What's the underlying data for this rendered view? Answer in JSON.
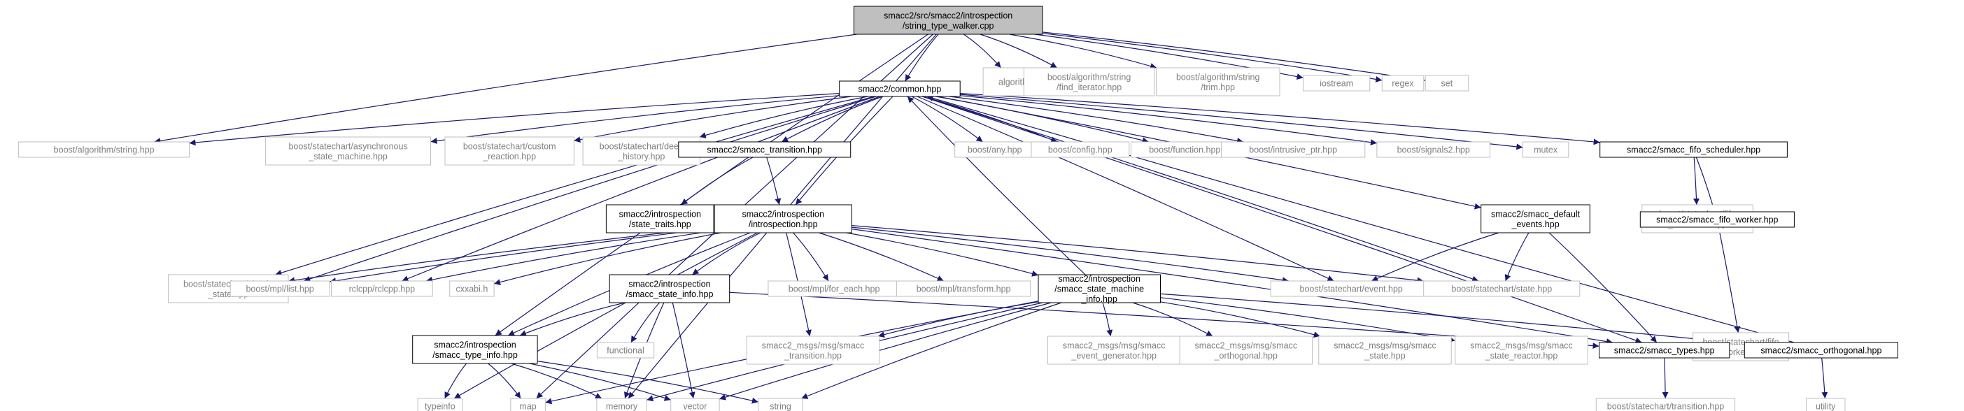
{
  "graph": {
    "nodes": {
      "root": {
        "lines": [
          "smacc2/src/smacc2/introspection",
          "/string_type_walker.cpp"
        ],
        "kind": "root"
      },
      "common": {
        "lines": [
          "smacc2/common.hpp"
        ],
        "kind": "doc"
      },
      "algorithm": {
        "lines": [
          "algorithm"
        ],
        "kind": "ext"
      },
      "find_iterator": {
        "lines": [
          "boost/algorithm/string",
          "/find_iterator.hpp"
        ],
        "kind": "ext"
      },
      "trim": {
        "lines": [
          "boost/algorithm/string",
          "/trim.hpp"
        ],
        "kind": "ext"
      },
      "iostream": {
        "lines": [
          "iostream"
        ],
        "kind": "ext"
      },
      "regex": {
        "lines": [
          "regex"
        ],
        "kind": "ext"
      },
      "set": {
        "lines": [
          "set"
        ],
        "kind": "ext"
      },
      "string_hpp": {
        "lines": [
          "boost/algorithm/string.hpp"
        ],
        "kind": "ext"
      },
      "async_sm": {
        "lines": [
          "boost/statechart/asynchronous",
          "_state_machine.hpp"
        ],
        "kind": "ext"
      },
      "custom_reaction": {
        "lines": [
          "boost/statechart/custom",
          "_reaction.hpp"
        ],
        "kind": "ext"
      },
      "deep_history": {
        "lines": [
          "boost/statechart/deep",
          "_history.hpp"
        ],
        "kind": "ext"
      },
      "smacc_transition": {
        "lines": [
          "smacc2/smacc_transition.hpp"
        ],
        "kind": "doc"
      },
      "any": {
        "lines": [
          "boost/any.hpp"
        ],
        "kind": "ext"
      },
      "config": {
        "lines": [
          "boost/config.hpp"
        ],
        "kind": "ext"
      },
      "function": {
        "lines": [
          "boost/function.hpp"
        ],
        "kind": "ext"
      },
      "intrusive_ptr": {
        "lines": [
          "boost/intrusive_ptr.hpp"
        ],
        "kind": "ext"
      },
      "signals2": {
        "lines": [
          "boost/signals2.hpp"
        ],
        "kind": "ext"
      },
      "mutex": {
        "lines": [
          "mutex"
        ],
        "kind": "ext"
      },
      "fifo_scheduler": {
        "lines": [
          "smacc2/smacc_fifo_scheduler.hpp"
        ],
        "kind": "doc"
      },
      "state_traits": {
        "lines": [
          "smacc2/introspection",
          "/state_traits.hpp"
        ],
        "kind": "doc"
      },
      "introspection": {
        "lines": [
          "smacc2/introspection",
          "/introspection.hpp"
        ],
        "kind": "doc"
      },
      "default_events": {
        "lines": [
          "smacc2/smacc_default",
          "_events.hpp"
        ],
        "kind": "doc"
      },
      "sc_fifo_scheduler": {
        "lines": [
          "boost/statechart/fifo",
          "_scheduler.hpp"
        ],
        "kind": "ext"
      },
      "fifo_worker": {
        "lines": [
          "smacc2/smacc_fifo_worker.hpp"
        ],
        "kind": "doc"
      },
      "simple_state": {
        "lines": [
          "boost/statechart/simple",
          "_state.hpp"
        ],
        "kind": "ext"
      },
      "mpl_list": {
        "lines": [
          "boost/mpl/list.hpp"
        ],
        "kind": "ext"
      },
      "rclcpp": {
        "lines": [
          "rclcpp/rclcpp.hpp"
        ],
        "kind": "ext"
      },
      "cxxabi": {
        "lines": [
          "cxxabi.h"
        ],
        "kind": "ext"
      },
      "state_info": {
        "lines": [
          "smacc2/introspection",
          "/smacc_state_info.hpp"
        ],
        "kind": "doc"
      },
      "for_each": {
        "lines": [
          "boost/mpl/for_each.hpp"
        ],
        "kind": "ext"
      },
      "transform": {
        "lines": [
          "boost/mpl/transform.hpp"
        ],
        "kind": "ext"
      },
      "sm_info": {
        "lines": [
          "smacc2/introspection",
          "/smacc_state_machine",
          "_info.hpp"
        ],
        "kind": "doc"
      },
      "sc_event": {
        "lines": [
          "boost/statechart/event.hpp"
        ],
        "kind": "ext"
      },
      "sc_state": {
        "lines": [
          "boost/statechart/state.hpp"
        ],
        "kind": "ext"
      },
      "sc_fifo_worker": {
        "lines": [
          "boost/statechart/fifo",
          "_worker.hpp"
        ],
        "kind": "ext"
      },
      "functional": {
        "lines": [
          "functional"
        ],
        "kind": "ext"
      },
      "msg_transition": {
        "lines": [
          "smacc2_msgs/msg/smacc",
          "_transition.hpp"
        ],
        "kind": "ext"
      },
      "msg_event_gen": {
        "lines": [
          "smacc2_msgs/msg/smacc",
          "_event_generator.hpp"
        ],
        "kind": "ext"
      },
      "msg_orthogonal": {
        "lines": [
          "smacc2_msgs/msg/smacc",
          "_orthogonal.hpp"
        ],
        "kind": "ext"
      },
      "msg_state": {
        "lines": [
          "smacc2_msgs/msg/smacc",
          "_state.hpp"
        ],
        "kind": "ext"
      },
      "msg_state_reactor": {
        "lines": [
          "smacc2_msgs/msg/smacc",
          "_state_reactor.hpp"
        ],
        "kind": "ext"
      },
      "smacc_types": {
        "lines": [
          "smacc2/smacc_types.hpp"
        ],
        "kind": "doc"
      },
      "smacc_orthogonal": {
        "lines": [
          "smacc2/smacc_orthogonal.hpp"
        ],
        "kind": "doc"
      },
      "type_info": {
        "lines": [
          "smacc2/introspection",
          "/smacc_type_info.hpp"
        ],
        "kind": "doc"
      },
      "typeinfo": {
        "lines": [
          "typeinfo"
        ],
        "kind": "ext"
      },
      "map": {
        "lines": [
          "map"
        ],
        "kind": "ext"
      },
      "memory": {
        "lines": [
          "memory"
        ],
        "kind": "ext"
      },
      "vector": {
        "lines": [
          "vector"
        ],
        "kind": "ext"
      },
      "string": {
        "lines": [
          "string"
        ],
        "kind": "ext"
      },
      "sc_transition": {
        "lines": [
          "boost/statechart/transition.hpp"
        ],
        "kind": "ext"
      },
      "utility": {
        "lines": [
          "utility"
        ],
        "kind": "ext"
      }
    },
    "edges": [
      [
        "root",
        "common"
      ],
      [
        "root",
        "algorithm"
      ],
      [
        "root",
        "find_iterator"
      ],
      [
        "root",
        "trim"
      ],
      [
        "root",
        "iostream"
      ],
      [
        "root",
        "regex"
      ],
      [
        "root",
        "set"
      ],
      [
        "root",
        "string_hpp"
      ],
      [
        "root",
        "type_info"
      ],
      [
        "root",
        "map"
      ],
      [
        "root",
        "memory"
      ],
      [
        "common",
        "string_hpp"
      ],
      [
        "common",
        "async_sm"
      ],
      [
        "common",
        "custom_reaction"
      ],
      [
        "common",
        "deep_history"
      ],
      [
        "common",
        "smacc_transition"
      ],
      [
        "common",
        "any"
      ],
      [
        "common",
        "config"
      ],
      [
        "common",
        "function"
      ],
      [
        "common",
        "intrusive_ptr"
      ],
      [
        "common",
        "signals2"
      ],
      [
        "common",
        "mutex"
      ],
      [
        "common",
        "fifo_scheduler"
      ],
      [
        "common",
        "introspection"
      ],
      [
        "common",
        "default_events"
      ],
      [
        "common",
        "simple_state"
      ],
      [
        "common",
        "mpl_list"
      ],
      [
        "common",
        "rclcpp"
      ],
      [
        "common",
        "sc_event"
      ],
      [
        "common",
        "sc_state"
      ],
      [
        "common",
        "smacc_types"
      ],
      [
        "smacc_transition",
        "state_traits"
      ],
      [
        "smacc_transition",
        "introspection"
      ],
      [
        "fifo_scheduler",
        "sc_fifo_scheduler"
      ],
      [
        "fifo_scheduler",
        "fifo_worker"
      ],
      [
        "fifo_worker",
        "sc_fifo_worker"
      ],
      [
        "default_events",
        "sc_event"
      ],
      [
        "default_events",
        "sc_state"
      ],
      [
        "default_events",
        "smacc_types"
      ],
      [
        "introspection",
        "simple_state"
      ],
      [
        "introspection",
        "mpl_list"
      ],
      [
        "introspection",
        "rclcpp"
      ],
      [
        "introspection",
        "cxxabi"
      ],
      [
        "introspection",
        "state_info"
      ],
      [
        "introspection",
        "for_each"
      ],
      [
        "introspection",
        "transform"
      ],
      [
        "introspection",
        "sm_info"
      ],
      [
        "introspection",
        "sc_event"
      ],
      [
        "introspection",
        "sc_state"
      ],
      [
        "introspection",
        "type_info"
      ],
      [
        "introspection",
        "typeinfo"
      ],
      [
        "introspection",
        "msg_transition"
      ],
      [
        "introspection",
        "smacc_types"
      ],
      [
        "state_info",
        "type_info"
      ],
      [
        "state_info",
        "functional"
      ],
      [
        "state_info",
        "memory"
      ],
      [
        "state_info",
        "vector"
      ],
      [
        "state_info",
        "smacc_types"
      ],
      [
        "sm_info",
        "common"
      ],
      [
        "sm_info",
        "msg_transition"
      ],
      [
        "sm_info",
        "msg_event_gen"
      ],
      [
        "sm_info",
        "msg_orthogonal"
      ],
      [
        "sm_info",
        "msg_state"
      ],
      [
        "sm_info",
        "msg_state_reactor"
      ],
      [
        "sm_info",
        "smacc_orthogonal"
      ],
      [
        "sm_info",
        "map"
      ],
      [
        "sm_info",
        "memory"
      ],
      [
        "sm_info",
        "vector"
      ],
      [
        "sm_info",
        "string"
      ],
      [
        "smacc_orthogonal",
        "common"
      ],
      [
        "smacc_orthogonal",
        "utility"
      ],
      [
        "smacc_types",
        "sc_transition"
      ],
      [
        "type_info",
        "typeinfo"
      ],
      [
        "type_info",
        "map"
      ],
      [
        "type_info",
        "memory"
      ],
      [
        "type_info",
        "vector"
      ],
      [
        "type_info",
        "string"
      ]
    ]
  }
}
